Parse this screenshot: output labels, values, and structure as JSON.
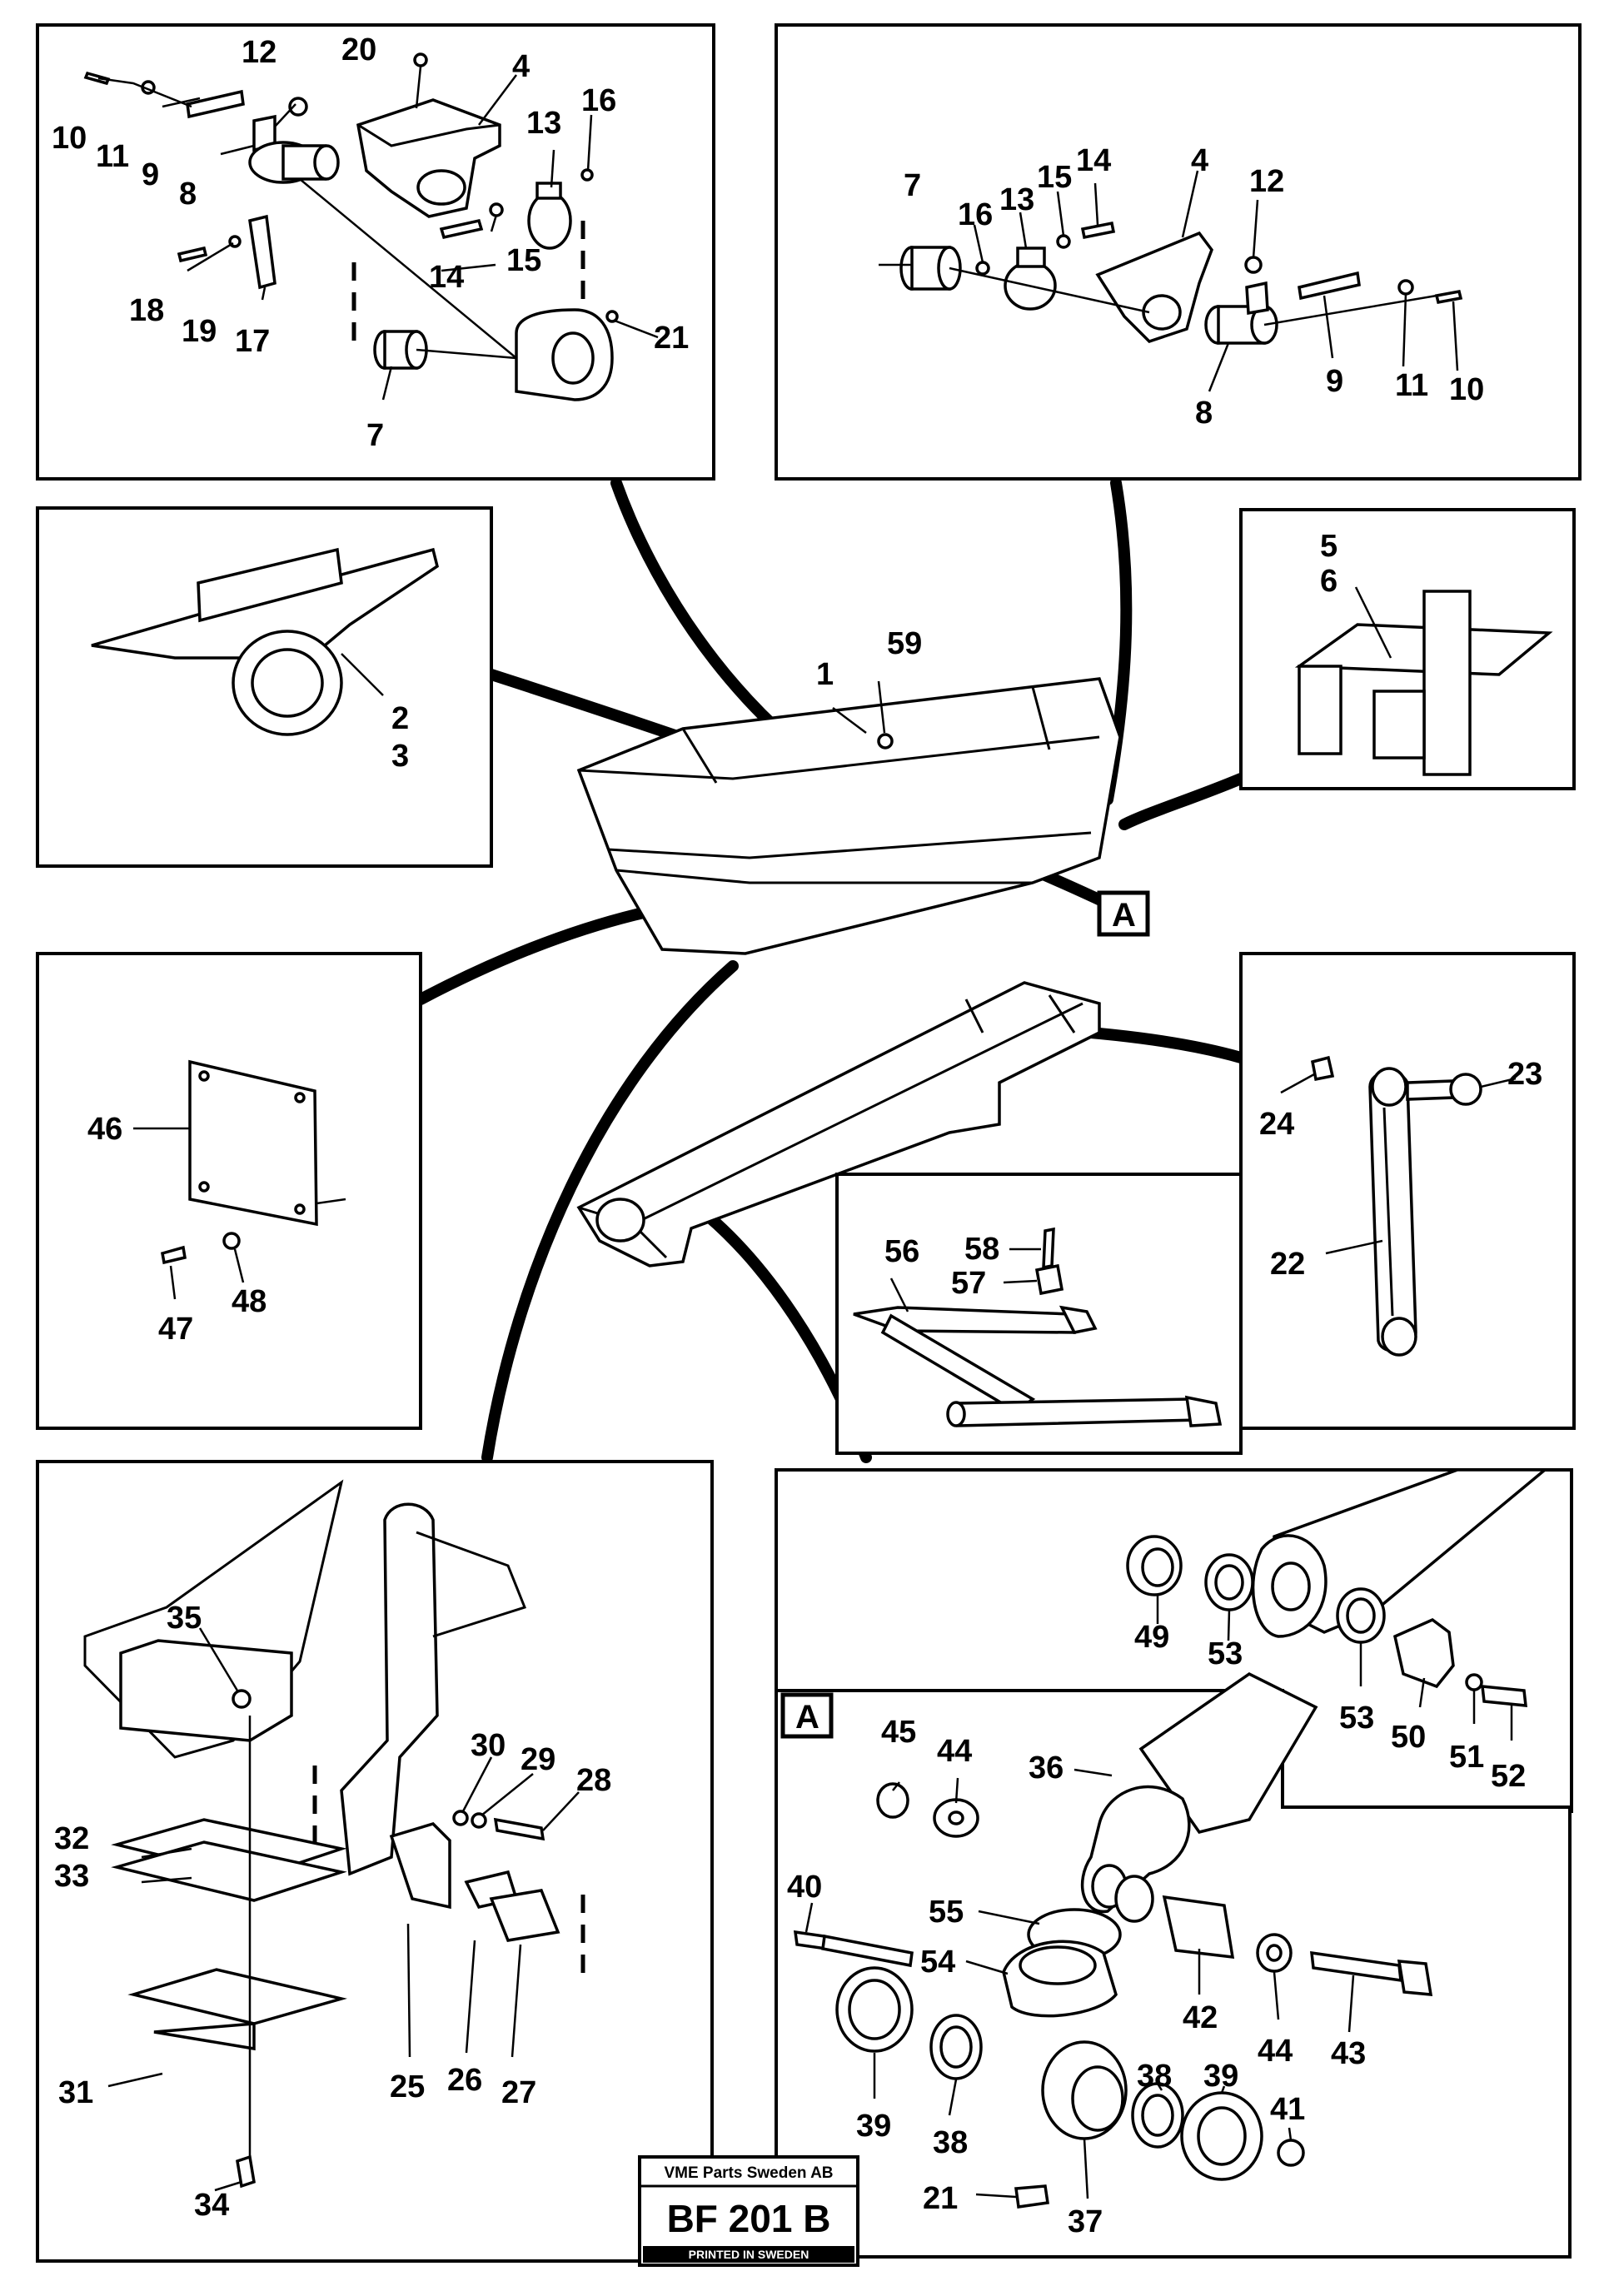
{
  "callouts": {
    "tl": [
      "12",
      "20",
      "4",
      "10",
      "11",
      "9",
      "8",
      "13",
      "16",
      "15",
      "14",
      "18",
      "19",
      "17",
      "21",
      "7"
    ],
    "tr": [
      "7",
      "16",
      "13",
      "15",
      "14",
      "4",
      "12",
      "9",
      "11",
      "10",
      "8"
    ],
    "ml": [
      "2",
      "3"
    ],
    "center": [
      "1",
      "59"
    ],
    "mr": [
      "5",
      "6"
    ],
    "l2": [
      "46",
      "47",
      "48"
    ],
    "link": [
      "24",
      "23",
      "22"
    ],
    "frame": [
      "58",
      "56",
      "57"
    ],
    "bl": [
      "35",
      "30",
      "29",
      "28",
      "32",
      "33",
      "31",
      "34",
      "25",
      "26",
      "27"
    ],
    "cyl_top": [
      "49",
      "53",
      "53",
      "50",
      "51",
      "52"
    ],
    "detailA": [
      "45",
      "44",
      "36",
      "40",
      "55",
      "54",
      "42",
      "44",
      "43",
      "39",
      "38",
      "38",
      "39",
      "41",
      "21",
      "37"
    ]
  },
  "tags": {
    "a_main": "A",
    "a_detail": "A"
  },
  "stamp": {
    "company": "VME Parts Sweden AB",
    "code": "BF 201 B",
    "printed": "PRINTED IN SWEDEN"
  }
}
